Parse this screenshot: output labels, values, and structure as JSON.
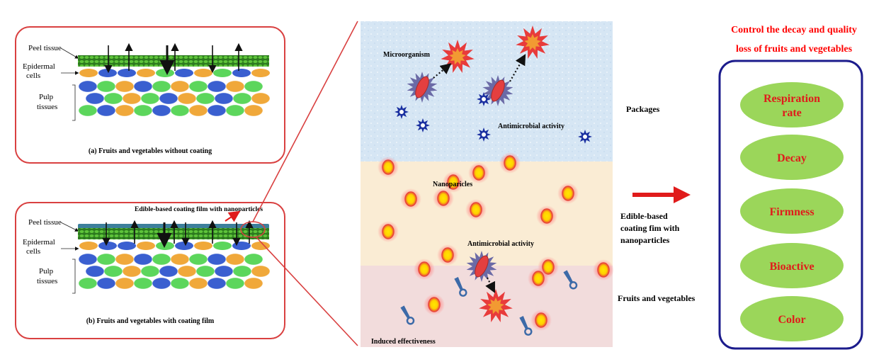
{
  "panel_a": {
    "peel_label": "Peel tissue",
    "epidermal_label_1": "Epidermal",
    "epidermal_label_2": "cells",
    "pulp_label_1": "Pulp",
    "pulp_label_2": "tissues",
    "caption": "(a) Fruits and vegetables without coating"
  },
  "panel_b": {
    "peel_label": "Peel tissue",
    "epidermal_label_1": "Epidermal",
    "epidermal_label_2": "cells",
    "pulp_label_1": "Pulp",
    "pulp_label_2": "tissues",
    "coating_label": "Edible-based coating film with nanoparticles",
    "caption": "(b) Fruits and vegetables with  coating film"
  },
  "middle": {
    "microorganism_label": "Microorganism",
    "antimicrobial_label_top": "Antimicrobial activity",
    "nanoparticles_label": "Nanoparicles",
    "antimicrobial_label_mid": "Antimicrobial activity",
    "induced_label": "Induced effectiveness"
  },
  "layers": {
    "packages": "Packages",
    "coating_1": "Edible-based",
    "coating_2": "coating fim with",
    "coating_3": "nanoparticles",
    "fruits": "Fruits and vegetables"
  },
  "right": {
    "title_1": "Control the decay and quality",
    "title_2": "loss of fruits and vegetables",
    "items": [
      {
        "line1": "Respiration",
        "line2": "rate"
      },
      {
        "line1": "Decay"
      },
      {
        "line1": "Firmness"
      },
      {
        "line1": "Bioactive"
      },
      {
        "line1": "Color"
      }
    ]
  },
  "colors": {
    "frame_red": "#d94040",
    "title_red": "#ff0000",
    "box_navy": "#1b1b8c",
    "ellipse_green": "#9bd65a",
    "packages_blue": "#d6e6f4",
    "coating_cream": "#faecd4",
    "fruit_pink": "#f2dcdc"
  }
}
